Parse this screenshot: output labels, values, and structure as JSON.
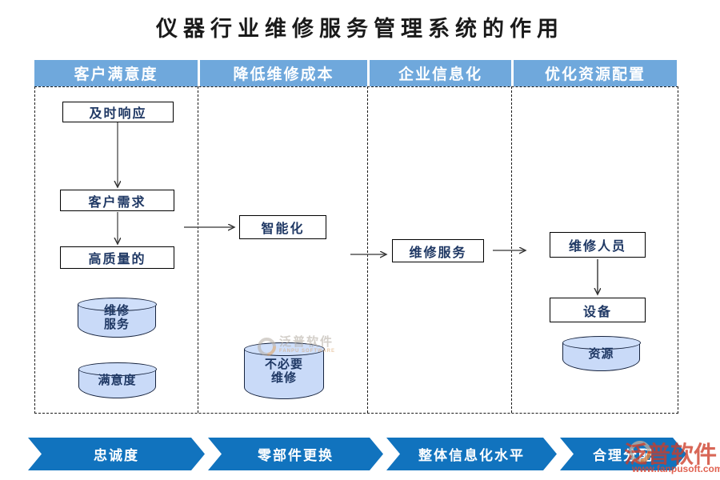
{
  "title": "仪器行业维修服务管理系统的作用",
  "columns": [
    {
      "header": "客户满意度"
    },
    {
      "header": "降低维修成本"
    },
    {
      "header": "企业信息化"
    },
    {
      "header": "优化资源配置"
    }
  ],
  "nodes": {
    "timely_response": "及时响应",
    "customer_demand": "客户需求",
    "high_quality": "高质量的",
    "intelligent": "智能化",
    "repair_service": "维修服务",
    "repair_personnel": "维修人员",
    "equipment": "设备"
  },
  "cylinders": {
    "repair_service": {
      "line1": "维修",
      "line2": "服务"
    },
    "satisfaction": {
      "line1": "满意度"
    },
    "unnecessary_repair": {
      "line1": "不必要",
      "line2": "维修"
    },
    "resources": {
      "line1": "资源"
    }
  },
  "banner": [
    {
      "label": "忠诚度"
    },
    {
      "label": "零部件更换"
    },
    {
      "label": "整体信息化水平"
    },
    {
      "label": "合理分配"
    }
  ],
  "watermark": {
    "brand": "泛普软件",
    "brand_sub": "FANPU SOFTWARE",
    "url": "www.fanpusoft.com"
  },
  "colors": {
    "header_blue": "#6FA8DC",
    "banner_blue": "#1173BE",
    "cylinder_fill": "#C9DAF8",
    "node_text_navy": "#1F3864",
    "watermark_red": "#D2412E"
  }
}
